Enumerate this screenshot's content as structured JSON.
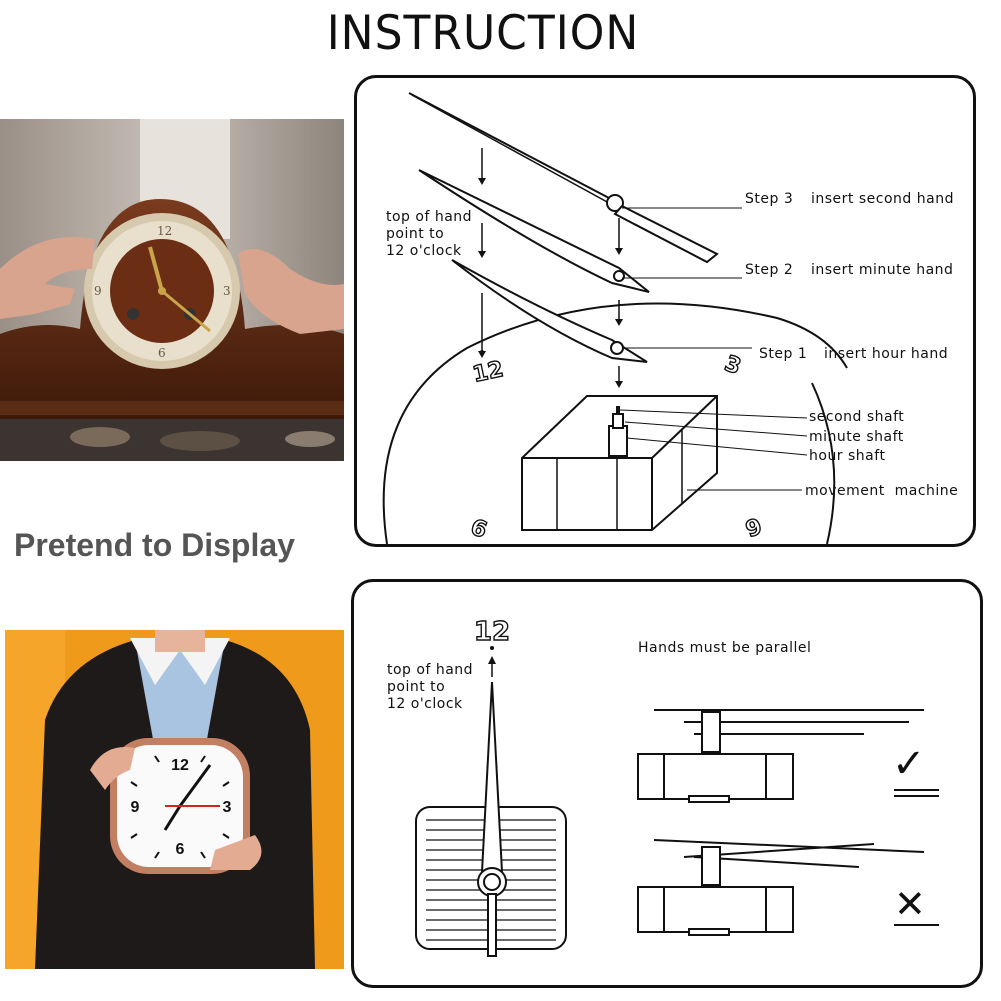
{
  "title": "INSTRUCTION",
  "side_caption": "Pretend to Display",
  "install_panel": {
    "step3_num": "Step 3",
    "step3_text": "insert second hand",
    "step2_num": "Step 2",
    "step2_text": "insert minute hand",
    "step1_num": "Step 1",
    "step1_text": "insert hour hand",
    "top_note": "top of hand\npoint to\n12 o'clock",
    "second_shaft": "second shaft",
    "minute_shaft": "minute shaft",
    "hour_shaft": "hour shaft",
    "movement_machine": "movement  machine",
    "dial_12": "12",
    "dial_3": "3",
    "dial_6": "6",
    "dial_9": "9"
  },
  "parallel_panel": {
    "numeral_12": "12",
    "top_note": "top of hand\npoint to\n12 o'clock",
    "heading": "Hands must be parallel",
    "correct_mark": "✓",
    "wrong_mark": "✕"
  },
  "display_clock": {
    "n12": "12",
    "n3": "3",
    "n6": "6",
    "n9": "9"
  }
}
